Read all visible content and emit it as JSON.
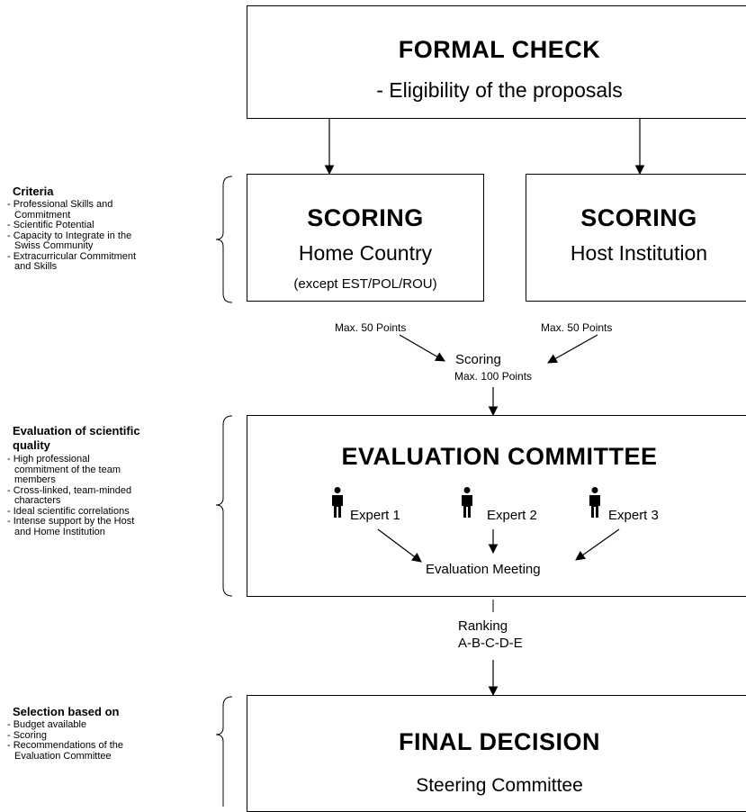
{
  "formal_check": {
    "title": "FORMAL CHECK",
    "subtitle": "- Eligibility of the proposals"
  },
  "scoring_home": {
    "title": "SCORING",
    "subtitle": "Home Country",
    "note": "(except EST/POL/ROU)"
  },
  "scoring_host": {
    "title": "SCORING",
    "subtitle": "Host Institution"
  },
  "points": {
    "home_max": "Max. 50 Points",
    "host_max": "Max. 50 Points",
    "scoring_label": "Scoring",
    "scoring_max": "Max. 100 Points"
  },
  "criteria": {
    "heading": "Criteria",
    "items": [
      "- Professional Skills and",
      "  Commitment",
      "- Scientific Potential",
      "- Capacity to Integrate in the",
      "  Swiss Community",
      "- Extracurricular Commitment",
      "  and Skills"
    ]
  },
  "evaluation_quality": {
    "heading_line1": "Evaluation of scientific",
    "heading_line2": "quality",
    "items": [
      "- High professional",
      "  commitment of the team",
      "  members",
      "- Cross-linked, team-minded",
      "  characters",
      "- Ideal scientific correlations",
      "- Intense support by the Host",
      "  and Home Institution"
    ]
  },
  "evaluation_committee": {
    "title": "EVALUATION COMMITTEE",
    "experts": [
      "Expert 1",
      "Expert 2",
      "Expert 3"
    ],
    "meeting": "Evaluation Meeting"
  },
  "ranking": {
    "label": "Ranking",
    "grades": "A-B-C-D-E"
  },
  "selection": {
    "heading": "Selection based on",
    "items": [
      "- Budget available",
      "- Scoring",
      "- Recommendations of the",
      "  Evaluation Committee"
    ]
  },
  "final_decision": {
    "title": "FINAL DECISION",
    "subtitle": "Steering Committee"
  },
  "icons": {
    "expert": "person-icon",
    "brace": "curly-brace"
  }
}
